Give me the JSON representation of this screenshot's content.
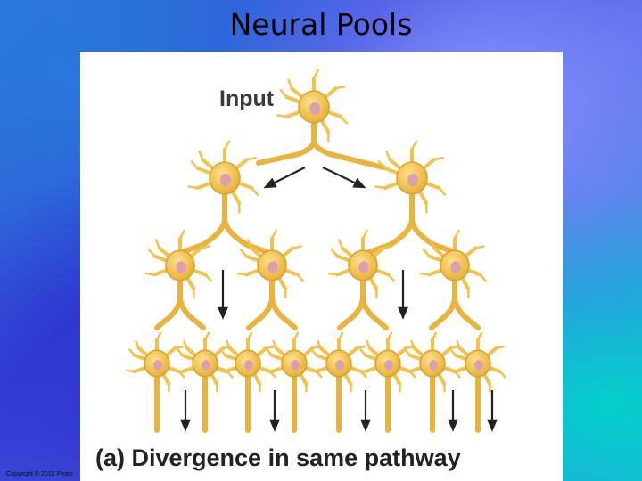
{
  "slide": {
    "title": "Neural Pools",
    "copyright": "Copyright © 2010 Pears"
  },
  "figure": {
    "input_label": "Input",
    "caption": "(a) Divergence in same pathway",
    "colors": {
      "neuron_fill": "#f2c24a",
      "neuron_stroke": "#d9a12a",
      "nucleus": "#d9a0b0",
      "arrow": "#222222"
    }
  }
}
